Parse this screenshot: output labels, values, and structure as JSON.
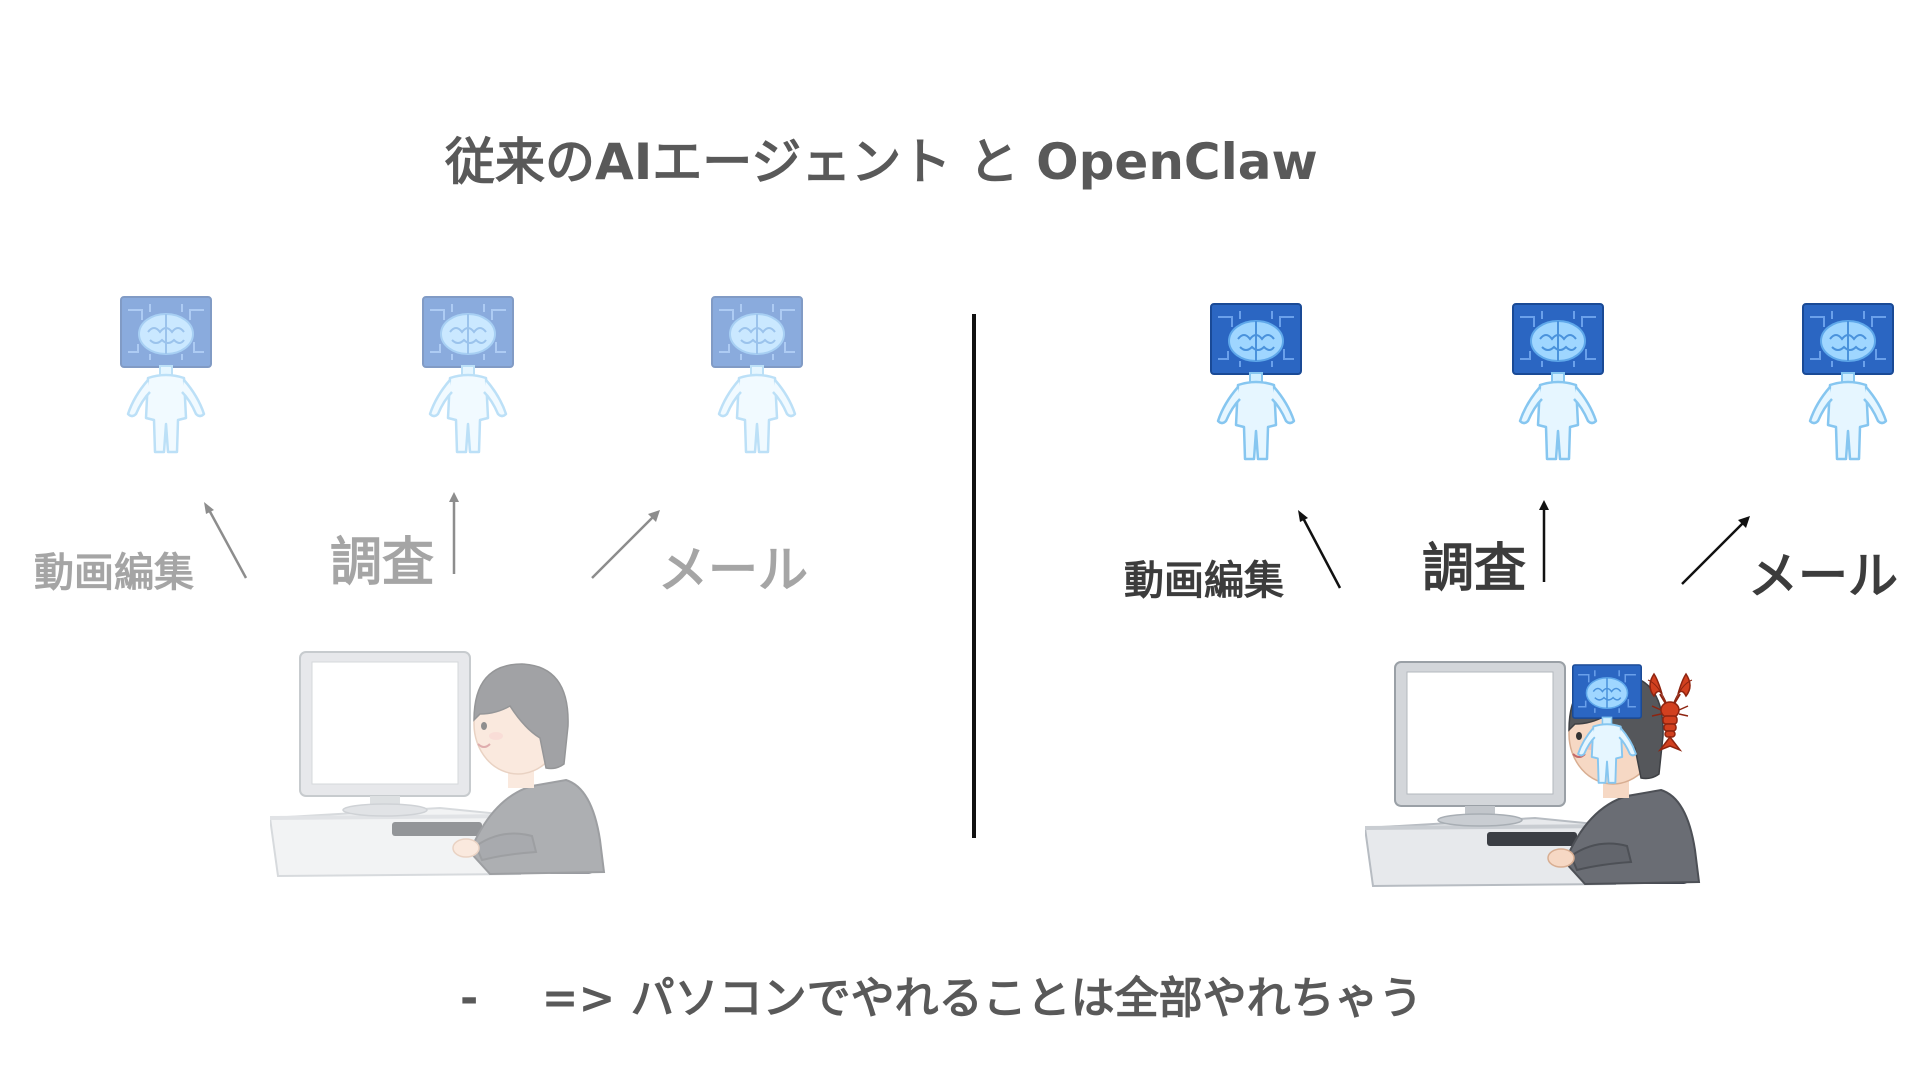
{
  "title": "従来のAIエージェント と OpenClaw",
  "footer": {
    "bullet": "-",
    "text": "=> パソコンでやれることは全部やれちゃう"
  },
  "left": {
    "labels": {
      "video_edit": "動画編集",
      "research": "調査",
      "mail": "メール"
    }
  },
  "right": {
    "labels": {
      "video_edit": "動画編集",
      "research": "調査",
      "mail": "メール"
    }
  },
  "colors": {
    "text": "#595959",
    "faded_text": "#a5a5a5",
    "robot_screen": "#2b66c2",
    "robot_body": "#d9f2ff",
    "divider": "#111111",
    "lobster": "#d2401f"
  },
  "icons": {
    "robot": "ai-robot-icon",
    "person": "person-at-computer-icon",
    "lobster": "lobster-icon"
  }
}
